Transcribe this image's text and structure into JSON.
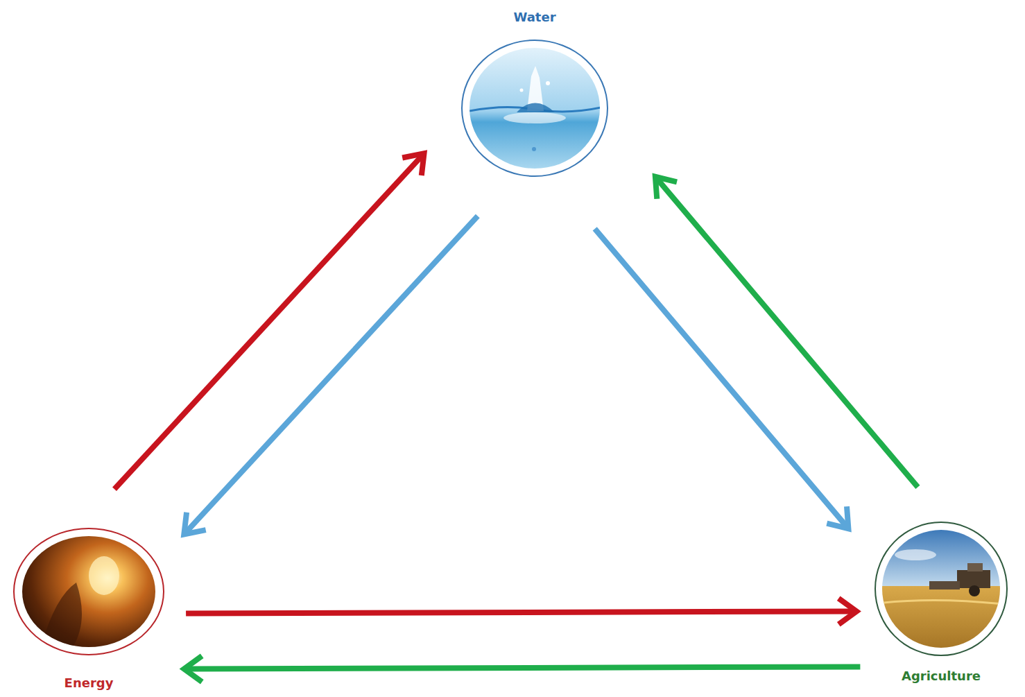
{
  "diagram": {
    "nodes": [
      {
        "text": [
          "Water"
        ]
      },
      {
        "text": [
          "Energy"
        ]
      },
      {
        "text": [
          "Agriculture"
        ]
      }
    ],
    "edges": [
      {
        "from": 1,
        "to": 0,
        "arrow": "to"
      },
      {
        "from": 0,
        "to": 1,
        "arrow": "to"
      },
      {
        "from": 0,
        "to": 2,
        "arrow": "to"
      },
      {
        "from": 2,
        "to": 0,
        "arrow": "to"
      },
      {
        "from": 1,
        "to": 2,
        "arrow": "to"
      },
      {
        "from": 2,
        "to": 1,
        "arrow": "to"
      }
    ]
  }
}
